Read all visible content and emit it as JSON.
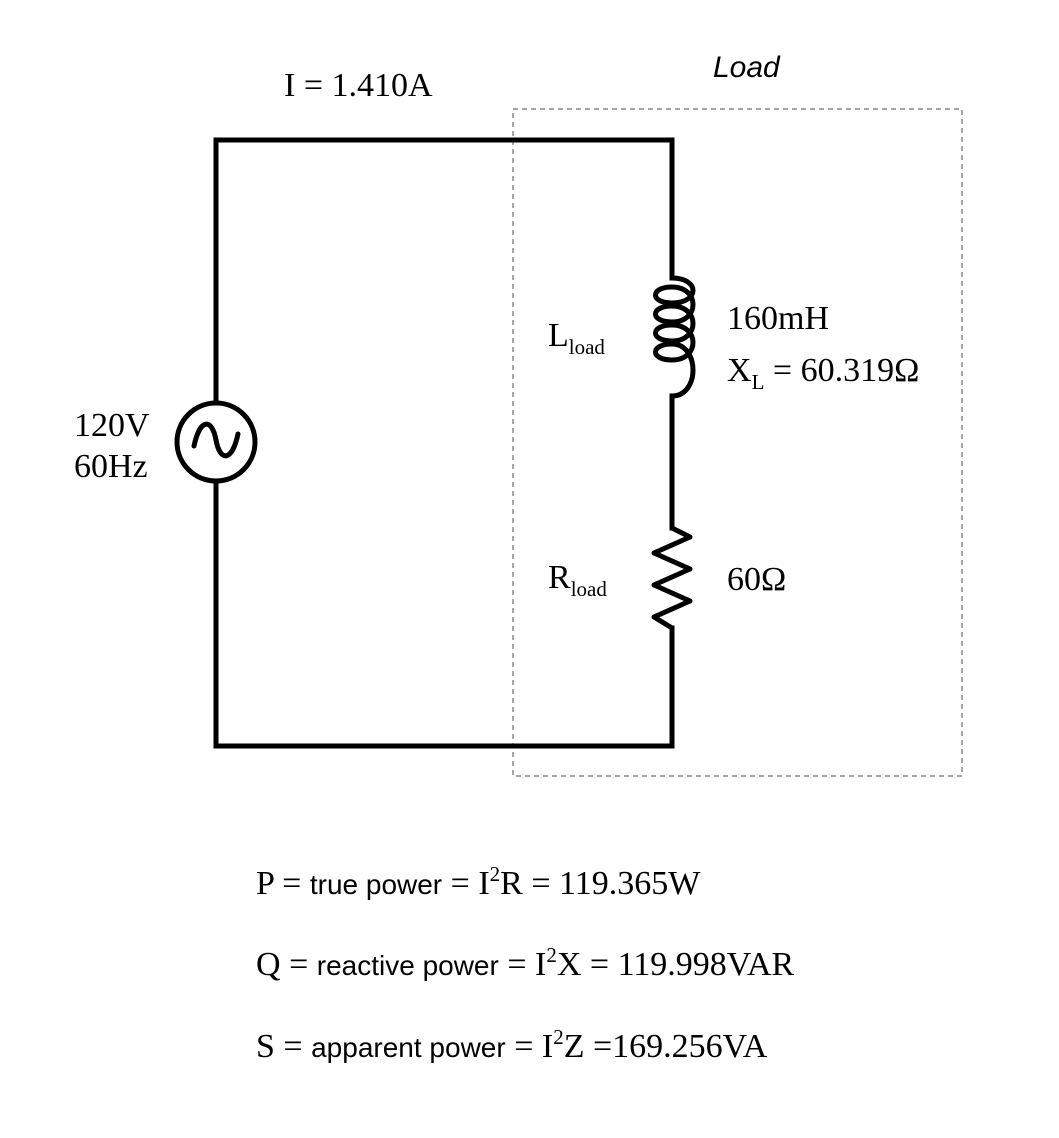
{
  "load_label": "Load",
  "current_label": "I = 1.410A",
  "source": {
    "voltage": "120V",
    "frequency": "60Hz"
  },
  "inductor": {
    "name_main": "L",
    "name_sub": "load",
    "value": "160mH",
    "reactance_main": "X",
    "reactance_sub": "L",
    "reactance_rest": " = 60.319Ω"
  },
  "resistor": {
    "name_main": "R",
    "name_sub": "load",
    "value": "60Ω"
  },
  "equations": {
    "p": {
      "var": "P",
      "eq": " = ",
      "desc": "true power",
      "eq2": " = I",
      "sup": "2",
      "rest": "R = 119.365W"
    },
    "q": {
      "var": "Q",
      "eq": " = ",
      "desc": "reactive power",
      "eq2": " = I",
      "sup": "2",
      "rest": "X = 119.998VAR"
    },
    "s": {
      "var": "S",
      "eq": " = ",
      "desc": "apparent power",
      "eq2": " = I",
      "sup": "2",
      "rest": "Z =169.256VA"
    }
  },
  "colors": {
    "wire": "#000000",
    "load_box": "#a6a6a6"
  }
}
